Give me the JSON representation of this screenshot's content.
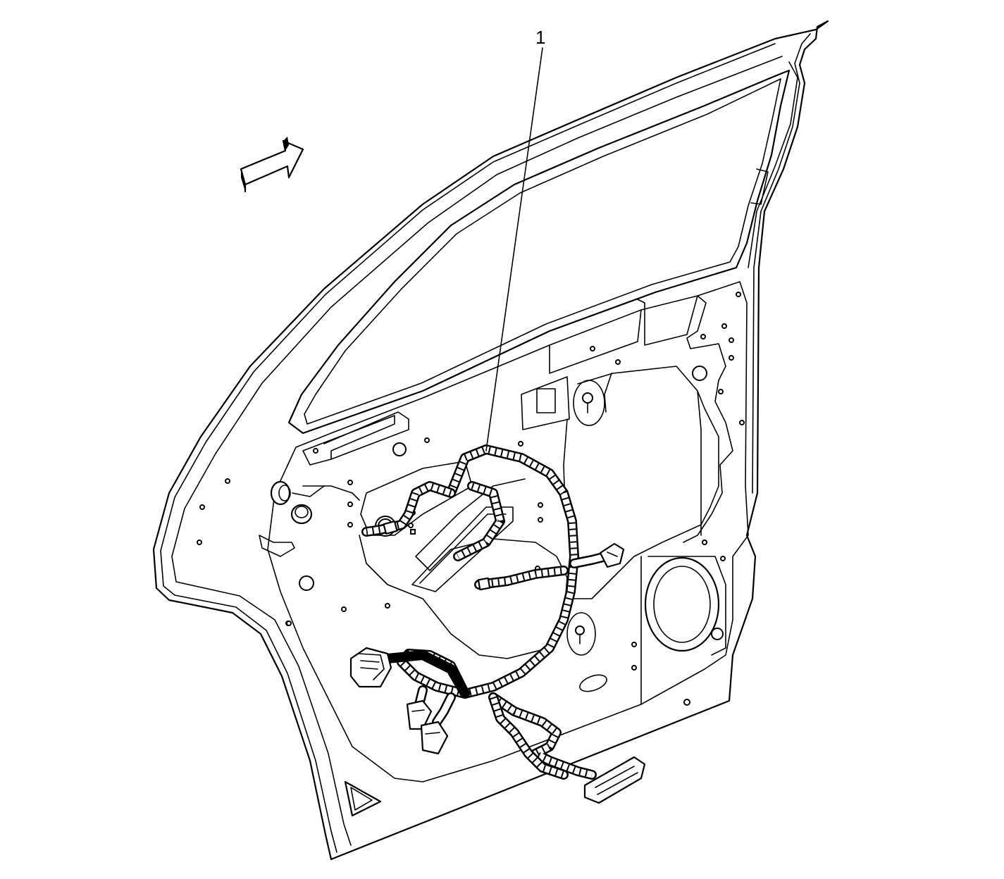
{
  "callouts": [
    {
      "label": "1"
    }
  ],
  "icons": {
    "direction_arrow": "front-direction-arrow",
    "door_panel": "front-door-inner-panel",
    "wiring_harness": "door-wiring-harness"
  }
}
